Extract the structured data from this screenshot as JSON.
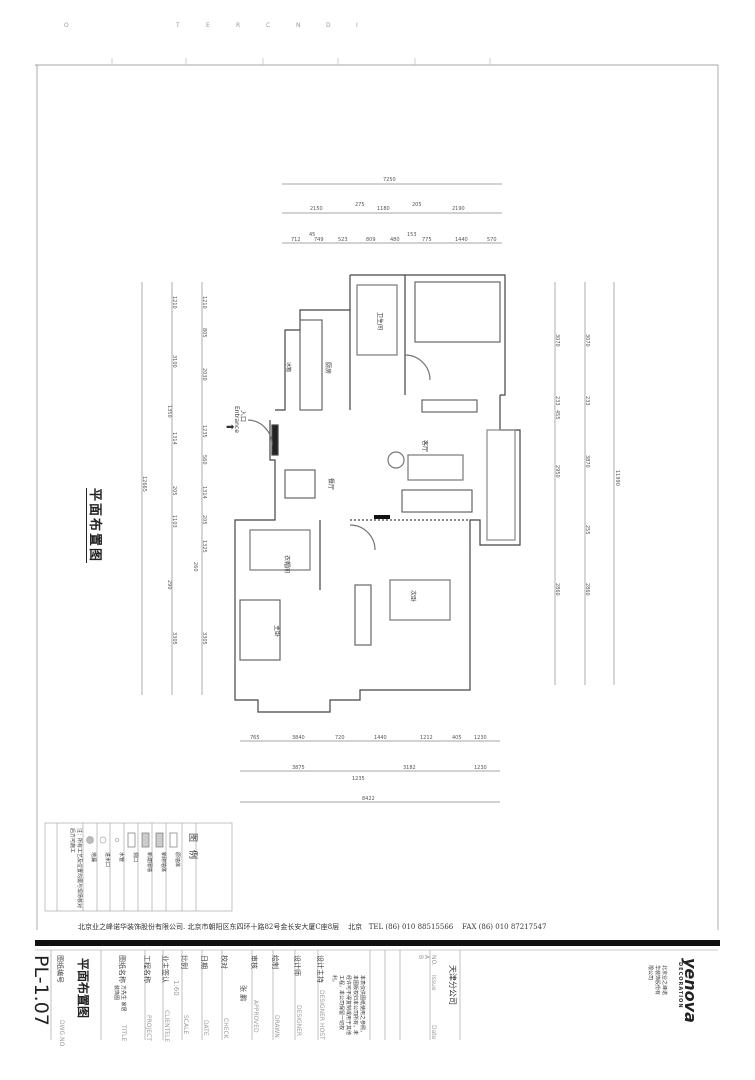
{
  "top_ruler": {
    "letters": [
      "O",
      "T",
      "E",
      "R",
      "C",
      "N",
      "D",
      "I"
    ]
  },
  "drawing": {
    "title": "平面布置图",
    "entrance_cn": "入口",
    "entrance_en": "Entrance",
    "rooms": {
      "kitchen": "厨房",
      "bathroom": "卫生间",
      "living": "客厅",
      "dining": "餐厅",
      "cloakroom": "衣帽间",
      "master": "主卧",
      "second": "次卧",
      "fridge": "冰箱"
    },
    "dims_top": {
      "overall": "7250",
      "row2": [
        "2150",
        "275",
        "1180",
        "205",
        "2190"
      ],
      "row3": [
        "712",
        "45",
        "749",
        "523",
        "809",
        "480",
        "153",
        "775",
        "1440",
        "570"
      ]
    },
    "dims_bottom": {
      "row1": [
        "765",
        "3840",
        "720",
        "1440",
        "1212",
        "405",
        "1230"
      ],
      "row2": [
        "3875",
        "1235",
        "3182",
        "1230"
      ],
      "overall": "8422"
    },
    "dims_left": {
      "overall": "12665",
      "row1": [
        "1210",
        "3100",
        "1350",
        "1314",
        "205",
        "1103",
        "290",
        "3305"
      ],
      "row2": [
        "1210",
        "805",
        "2030",
        "1235",
        "560",
        "1314",
        "205",
        "1325",
        "260",
        "3305"
      ]
    },
    "dims_right": {
      "overall": "11990",
      "row1": [
        "3070",
        "233",
        "455",
        "2950",
        "2860"
      ],
      "row2": [
        "3070",
        "233",
        "3870",
        "255",
        "2860"
      ]
    }
  },
  "legend": {
    "title": "图例",
    "items": [
      "原墙体",
      "新砌墙体",
      "新建隔墙",
      "洞口",
      "水管",
      "进水口",
      "地漏"
    ],
    "note": "注：所有工艺及位置均需与现场核对后方可施工"
  },
  "footer": {
    "company_line": "北京业之峰诺华装饰股份有限公司. 北京市朝阳区东四环十路82号金长安大厦C座8层",
    "city": "北京",
    "tel": "TEL (86) 010 88515566",
    "fax": "FAX (86) 010 87217547"
  },
  "title_block": {
    "drawing_no_label": "图纸编号",
    "drawing_no_en": "DWG.NO",
    "drawing_no": "PL-1.07",
    "drawing_name": "平面布置图",
    "title_label": "图纸名称",
    "title_en": "TITLE",
    "project_value": "方先生 家居装饰图",
    "project_label": "工程名称",
    "project_en": "PROJECT",
    "client_label": "业主签认",
    "client_en": "CLIENTELE",
    "scale_label": "比例",
    "scale_value": "1:60",
    "scale_en": "SCALE",
    "date_label": "日期",
    "date_en": "DATE",
    "check_label": "校对",
    "check_en": "CHECK",
    "approved_label": "审核",
    "approved_value": "张 鹏",
    "approved_en": "APPROVED",
    "drawn_label": "绘制",
    "drawn_en": "DRAWN",
    "designer_label": "设计师",
    "designer_en": "DESIGNER",
    "chief_label": "设计主持",
    "chief_en": "DESIGNER HOST",
    "note": "本表仅供图纸使用之参照，本图版权归本公司所有，未经许可不得复制或用于其他工程，本公司保留一切权利。",
    "no_label": "NO.",
    "issue_label": "Issue",
    "date2_label": "Date",
    "rev": [
      "A",
      "B"
    ],
    "branch": "天津分公司",
    "company_cn": "北京业之峰诺华装饰股份有限公司",
    "logo": "yenova",
    "logo_sub": "DECORATION"
  }
}
